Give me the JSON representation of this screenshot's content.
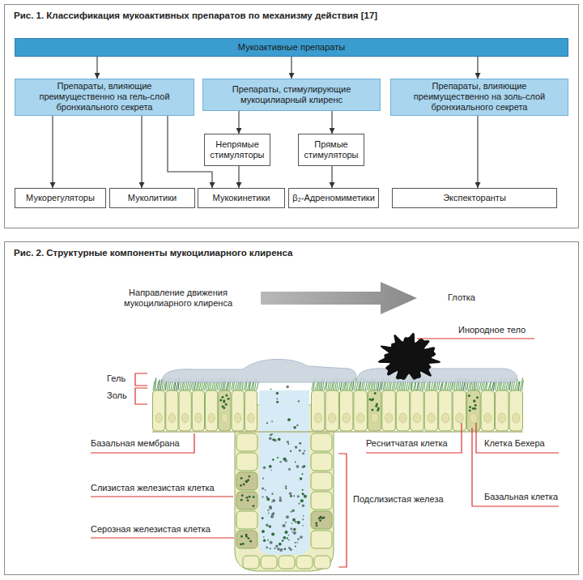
{
  "diagram": {
    "nodes": [
      {
        "text": [
          "Рис. 1. Классификация мукоактивных препаратов по механизму действия [17]"
        ]
      },
      {
        "text": [
          "Мукоактивные препараты"
        ],
        "in": 0
      },
      {
        "text": [
          "Препараты, влияющие преимущественно на гель-слой бронхиального секрета"
        ],
        "in": 0
      },
      {
        "text": [
          "Препараты, стимулирующие мукоцилиарный клиренс"
        ],
        "in": 0
      },
      {
        "text": [
          "Препараты, влияющие преимущественно на золь-слой бронхиального секрета"
        ],
        "in": 0
      },
      {
        "text": [
          "Непрямые стимуляторы"
        ],
        "in": 0
      },
      {
        "text": [
          "Прямые стимуляторы"
        ],
        "in": 0
      },
      {
        "text": [
          "Мукорегуляторы"
        ],
        "in": 0
      },
      {
        "text": [
          "Муколитики"
        ],
        "in": 0
      },
      {
        "text": [
          "Мукокинетики"
        ],
        "in": 0
      },
      {
        "text": [
          "β₂-Адреномиметики"
        ],
        "in": 0
      },
      {
        "text": [
          "Экспекторанты"
        ],
        "in": 0
      },
      {
        "text": [
          "Рис. 2. Структурные компоненты мукоцилиарного клиренса"
        ]
      }
    ],
    "edges": [
      {
        "from": 1,
        "to": 2,
        "arrow": "to"
      },
      {
        "from": 1,
        "to": 3,
        "arrow": "to"
      },
      {
        "from": 1,
        "to": 4,
        "arrow": "to"
      },
      {
        "from": 2,
        "to": 7,
        "arrow": "to"
      },
      {
        "from": 2,
        "to": 8,
        "arrow": "to"
      },
      {
        "from": 2,
        "to": 9,
        "arrow": "to"
      },
      {
        "from": 3,
        "to": 5,
        "arrow": "to"
      },
      {
        "from": 3,
        "to": 6,
        "arrow": "to"
      },
      {
        "from": 5,
        "to": 9,
        "arrow": "to"
      },
      {
        "from": 6,
        "to": 10,
        "arrow": "to"
      },
      {
        "from": 4,
        "to": 11,
        "arrow": "to"
      }
    ],
    "labels": [
      "Направление движения мукоцилиарного клиренса",
      "Глотка",
      "Инородное тело",
      "Гель",
      "Золь",
      "Базальная мембрана",
      "Реснитчатая клетка",
      "Клетка Бехера",
      "Слизистая железистая клетка",
      "Подслизистая железа",
      "Базальная клетка",
      "Серозная железистая клетка"
    ]
  }
}
